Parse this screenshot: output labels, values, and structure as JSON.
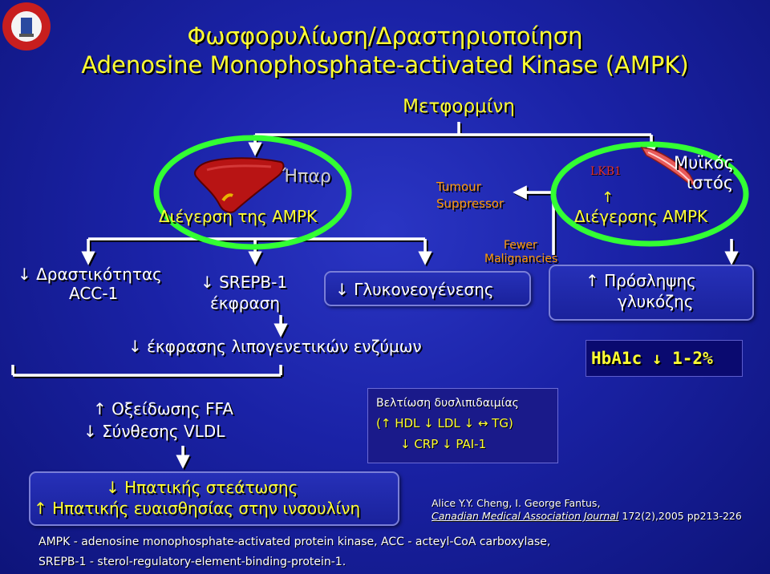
{
  "title": {
    "line1": "Φωσφορυλίωση/Δραστηριοποίηση",
    "line2": "Adenosine Monophosphate-activated Kinase (AMPK)"
  },
  "drug": "Μετφορμίνη",
  "liver": {
    "label": "Ήπαρ",
    "stimulation": "Διέγερση της AMPK"
  },
  "tumour": {
    "line1": "Tumour",
    "line2": "Suppressor",
    "fewer_line1": "Fewer",
    "fewer_line2": "Malignancies"
  },
  "muscle": {
    "line1": "Μυϊκός",
    "line2": "ιστός",
    "lkb": "LKB1",
    "up_arrow": "↑",
    "stimulation": "Διέγερσης AMPK"
  },
  "row2": {
    "acc_line1": "↓ Δραστικότητας",
    "acc_line2": "ACC-1",
    "srebp_line1": "↓ SREPB-1",
    "srebp_line2": "έκφραση",
    "gluco": "↓ Γλυκονεογένεσης",
    "uptake_line1": "↑ Πρόσληψης",
    "uptake_line2": "γλυκόζης"
  },
  "row3": {
    "lipo": "↓ έκφρασης λιπογενετικών ενζύμων",
    "hba1c": "HbA1c ↓ 1-2%"
  },
  "row4": {
    "ffa": "↑ Οξείδωσης FFA",
    "vldl": "↓ Σύνθεσης VLDL",
    "dys_title": "Βελτίωση δυσλιπιδαιμίας",
    "dys_line2": "(↑ HDL ↓ LDL ↓ ↔ TG)",
    "dys_line3": "↓ CRP ↓ PAI-1"
  },
  "row5": {
    "steatosis": "↓ Ηπατικής στεάτωσης",
    "insulin": "↑ Ηπατικής ευαισθησίας στην ινσουλίνη"
  },
  "reference": {
    "authors": "Alice Y.Y. Cheng, I. George Fantus,",
    "journal": "Canadian Medical Association Journal",
    "cite": "172(2),2005 pp213-226"
  },
  "footnote": {
    "line1": "AMPK - adenosine monophosphate-activated protein kinase, ACC - acteyl-CoA carboxylase,",
    "line2": "SREPB-1 - sterol-regulatory-element-binding-protein-1."
  }
}
